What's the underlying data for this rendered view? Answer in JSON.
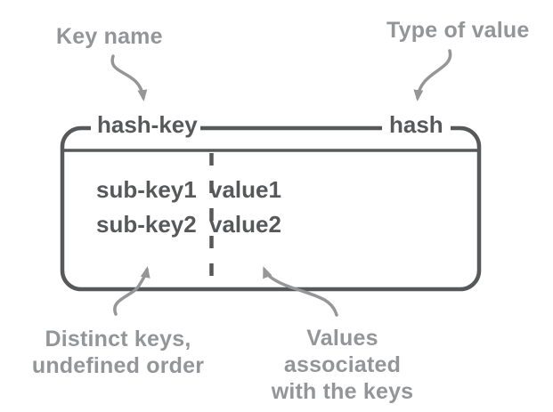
{
  "colors": {
    "box_stroke": "#57585a",
    "dark_text": "#57585a",
    "annotation_gray": "#939598",
    "arrow_gray": "#969696",
    "background": "#ffffff"
  },
  "annotations": {
    "key_name": "Key name",
    "type_of_value": "Type of value",
    "distinct_keys": {
      "line1": "Distinct keys,",
      "line2": "undefined order"
    },
    "values_assoc": {
      "line1": "Values associated",
      "line2": "with the keys"
    }
  },
  "hash_box": {
    "key_name": "hash-key",
    "value_type": "hash",
    "entries": [
      {
        "key": "sub-key1",
        "value": "value1"
      },
      {
        "key": "sub-key2",
        "value": "value2"
      }
    ]
  }
}
